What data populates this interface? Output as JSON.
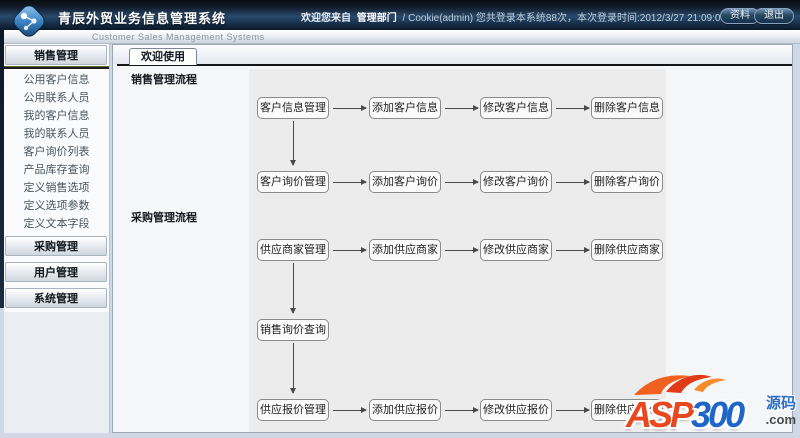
{
  "header": {
    "title": "青辰外贸业务信息管理系统",
    "subtitle": "Customer Sales Management Systems",
    "welcome_prefix": "欢迎您来自",
    "department": "管理部门",
    "welcome_detail": "/ Cookie(admin) 您共登录本系统88次，本次登录时间:2012/3/27 21:09:00",
    "profile_button": "资料",
    "logout_button": "退出"
  },
  "sidebar": {
    "sections": [
      {
        "label": "销售管理"
      },
      {
        "label": "采购管理"
      },
      {
        "label": "用户管理"
      },
      {
        "label": "系统管理"
      }
    ],
    "sales_items": [
      "公用客户信息",
      "公用联系人员",
      "我的客户信息",
      "我的联系人员",
      "客户询价列表",
      "产品库存查询",
      "定义销售选项",
      "定义选项参数",
      "定义文本字段"
    ]
  },
  "main": {
    "tab": "欢迎使用",
    "sales_process_label": "销售管理流程",
    "purchase_process_label": "采购管理流程",
    "flow": {
      "row1": [
        "客户信息管理",
        "添加客户信息",
        "修改客户信息",
        "删除客户信息"
      ],
      "row2": [
        "客户询价管理",
        "添加客户询价",
        "修改客户询价",
        "删除客户询价"
      ],
      "row3": [
        "供应商家管理",
        "添加供应商家",
        "修改供应商家",
        "删除供应商家"
      ],
      "query_box": "销售询价查询",
      "row4": [
        "供应报价管理",
        "添加供应报价",
        "修改供应报价",
        "删除供应报价"
      ]
    }
  },
  "watermark": {
    "asp": "ASP",
    "num": "300",
    "tag": "源码",
    "com": ".com"
  },
  "colors": {
    "header_navy": "#16304c",
    "accent_blue": "#3d85c6",
    "tab_underline": "#151515",
    "flow_panel_gray": "#ececec",
    "watermark_orange": "#e8481f",
    "watermark_blue": "#1e67c8"
  }
}
